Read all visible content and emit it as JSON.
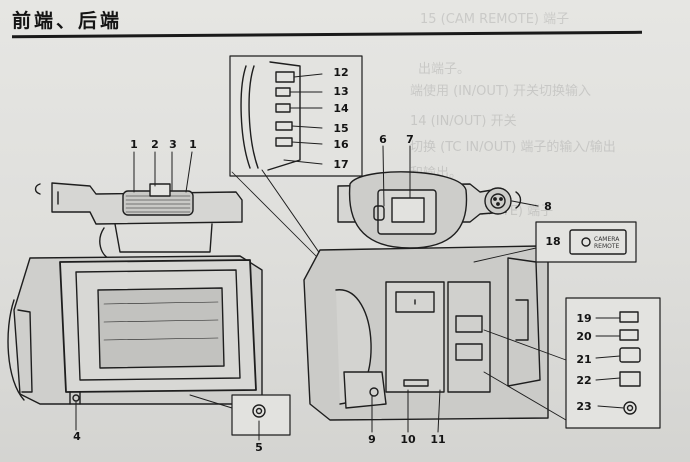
{
  "page": {
    "section_title": "前端、后端",
    "background_text": [
      "15 (CAM REMOTE) 端子",
      "出端子。",
      "端使用 (IN/OUT) 开关切换输入",
      "14 (IN/OUT) 开关",
      "切换 (TC IN/OUT) 端子的输入/输出",
      "和输出。",
      "15 (CAM REMOTE) 端子"
    ]
  },
  "front_view": {
    "callouts": [
      "1",
      "2",
      "3",
      "1",
      "4",
      "5"
    ]
  },
  "rear_view": {
    "callouts": [
      "6",
      "7",
      "8",
      "9",
      "10",
      "11"
    ]
  },
  "side_panel": {
    "callouts": [
      "12",
      "13",
      "14",
      "15",
      "16",
      "17"
    ]
  },
  "inset_18": {
    "callout": "18",
    "label": "CAMERA REMOTE"
  },
  "terminal_panel": {
    "callouts": [
      "19",
      "20",
      "21",
      "22",
      "23"
    ]
  },
  "colors": {
    "ink": "#141414",
    "paper": "#e2e2df",
    "line": "#1e1e1e"
  }
}
